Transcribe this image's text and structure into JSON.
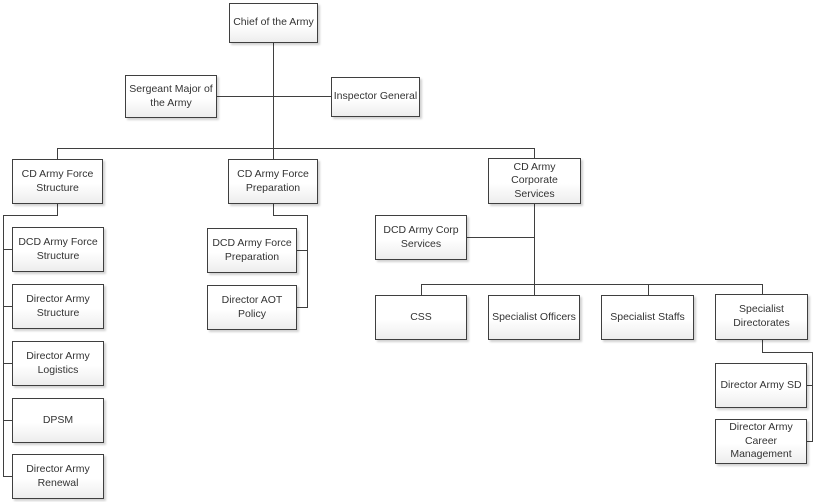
{
  "diagram": {
    "type": "org-chart",
    "background_color": "#ffffff",
    "box_border_color": "#3f3f3f",
    "box_fill_top": "#ffffff",
    "box_fill_bottom": "#ededed",
    "connector_color": "#3f3f3f",
    "text_color": "#333333"
  },
  "nodes": [
    {
      "id": "chief",
      "label": "Chief of the Army"
    },
    {
      "id": "sergeant-major",
      "label": "Sergeant Major of the Army"
    },
    {
      "id": "inspector-general",
      "label": "Inspector General"
    },
    {
      "id": "cd-army-force-structure",
      "label": "CD Army Force Structure"
    },
    {
      "id": "cd-army-force-preparation",
      "label": "CD Army Force Preparation"
    },
    {
      "id": "cd-army-corporate-services",
      "label": "CD Army Corporate Services"
    },
    {
      "id": "dcd-army-force-structure",
      "label": "DCD Army Force Structure"
    },
    {
      "id": "director-army-structure",
      "label": "Director Army Structure"
    },
    {
      "id": "director-army-logistics",
      "label": "Director Army Logistics"
    },
    {
      "id": "dpsm",
      "label": "DPSM"
    },
    {
      "id": "director-army-renewal",
      "label": "Director Army Renewal"
    },
    {
      "id": "dcd-army-force-preparation",
      "label": "DCD Army Force Preparation"
    },
    {
      "id": "director-aot-policy",
      "label": "Director AOT Policy"
    },
    {
      "id": "dcd-army-corp-services",
      "label": "DCD Army Corp Services"
    },
    {
      "id": "css",
      "label": "CSS"
    },
    {
      "id": "specialist-officers",
      "label": "Specialist Officers"
    },
    {
      "id": "specialist-staffs",
      "label": "Specialist Staffs"
    },
    {
      "id": "specialist-directorates",
      "label": "Specialist Directorates"
    },
    {
      "id": "director-army-sd",
      "label": "Director Army SD"
    },
    {
      "id": "director-army-career-management",
      "label": "Director Army Career Management"
    }
  ],
  "hierarchy": {
    "root": "chief",
    "staff_of_root": [
      "sergeant-major",
      "inspector-general"
    ],
    "branches": [
      {
        "head": "cd-army-force-structure",
        "reports": [
          "dcd-army-force-structure",
          "director-army-structure",
          "director-army-logistics",
          "dpsm",
          "director-army-renewal"
        ]
      },
      {
        "head": "cd-army-force-preparation",
        "reports": [
          "dcd-army-force-preparation",
          "director-aot-policy"
        ]
      },
      {
        "head": "cd-army-corporate-services",
        "deputy": "dcd-army-corp-services",
        "reports": [
          "css",
          "specialist-officers",
          "specialist-staffs",
          "specialist-directorates"
        ]
      },
      {
        "head": "specialist-directorates",
        "reports": [
          "director-army-sd",
          "director-army-career-management"
        ]
      }
    ]
  }
}
